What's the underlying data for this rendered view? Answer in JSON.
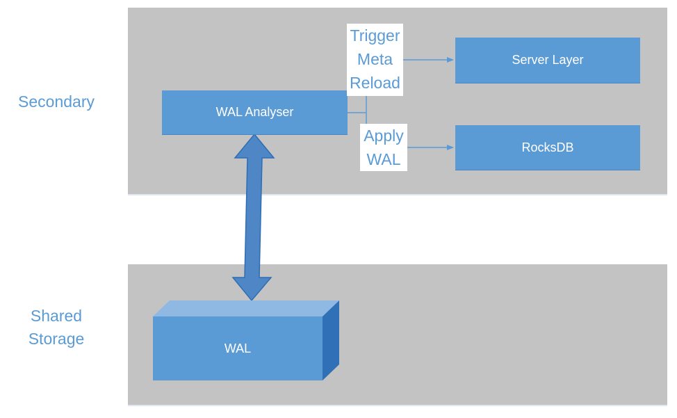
{
  "regions": {
    "secondary": {
      "label": "Secondary"
    },
    "shared_storage": {
      "label_line1": "Shared",
      "label_line2": "Storage"
    }
  },
  "components": {
    "wal_analyser": "WAL Analyser",
    "server_layer": "Server Layer",
    "rocksdb": "RocksDB",
    "wal": "WAL"
  },
  "annotations": {
    "trigger": [
      "Trigger",
      "Meta",
      "Reload"
    ],
    "apply": [
      "Apply",
      "WAL"
    ]
  },
  "colors": {
    "panel": "#c3c3c3",
    "box": "#5b9bd5",
    "box_dark": "#2e6db4",
    "text_accent": "#5b9bd5"
  }
}
